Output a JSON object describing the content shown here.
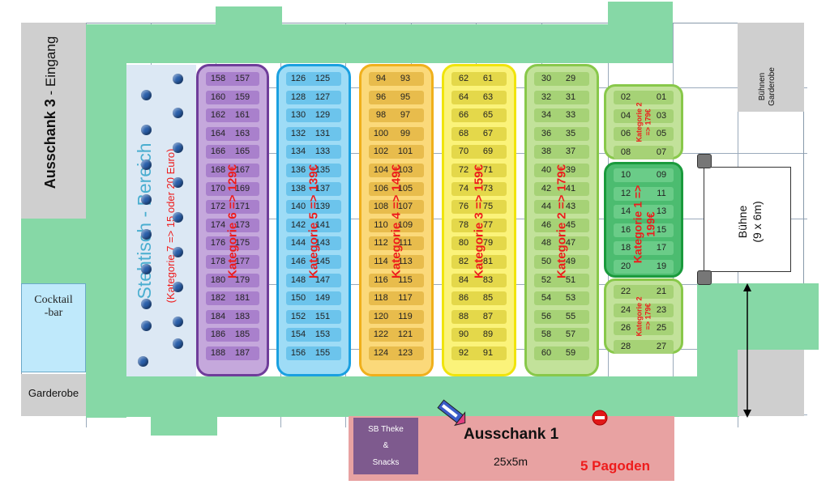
{
  "areas": {
    "ausschank3": {
      "title": "Ausschank 3",
      "suffix": " - Eingang"
    },
    "cocktail_bar": {
      "line1": "Cocktail",
      "line2": "-bar"
    },
    "garderobe": "Garderobe",
    "buehne_garderobe": {
      "line1": "Bühnen",
      "line2": "Garderobe"
    },
    "buehne": {
      "line1": "Bühne",
      "line2": "(9 x 6m)"
    },
    "stehtisch": {
      "title": "Stehtisch - Bereich",
      "subtitle": "(Kategorie 7 => 15 oder 20 Euro)"
    },
    "ausschank1": {
      "title": "Ausschank 1",
      "size": "25x5m",
      "pagoden": "5 Pagoden"
    },
    "sb_theke": {
      "line1": "SB Theke",
      "line2": "&",
      "line3": "Snacks"
    }
  },
  "blocks": [
    {
      "id": "kat6",
      "label": "Kategorie 6 => 129€",
      "border": "#6f3d9a",
      "fill": "#c5a8dc",
      "row": "#a980cc",
      "rows": [
        [
          "158",
          "157"
        ],
        [
          "160",
          "159"
        ],
        [
          "162",
          "161"
        ],
        [
          "164",
          "163"
        ],
        [
          "166",
          "165"
        ],
        [
          "168",
          "167"
        ],
        [
          "170",
          "169"
        ],
        [
          "172",
          "171"
        ],
        [
          "174",
          "173"
        ],
        [
          "176",
          "175"
        ],
        [
          "178",
          "177"
        ],
        [
          "180",
          "179"
        ],
        [
          "182",
          "181"
        ],
        [
          "184",
          "183"
        ],
        [
          "186",
          "185"
        ],
        [
          "188",
          "187"
        ]
      ]
    },
    {
      "id": "kat5",
      "label": "Kategorie 5 => 139€",
      "border": "#1aa0e0",
      "fill": "#9edcf6",
      "row": "#6cc4ec",
      "rows": [
        [
          "126",
          "125"
        ],
        [
          "128",
          "127"
        ],
        [
          "130",
          "129"
        ],
        [
          "132",
          "131"
        ],
        [
          "134",
          "133"
        ],
        [
          "136",
          "135"
        ],
        [
          "138",
          "137"
        ],
        [
          "140",
          "139"
        ],
        [
          "142",
          "141"
        ],
        [
          "144",
          "143"
        ],
        [
          "146",
          "145"
        ],
        [
          "148",
          "147"
        ],
        [
          "150",
          "149"
        ],
        [
          "152",
          "151"
        ],
        [
          "154",
          "153"
        ],
        [
          "156",
          "155"
        ]
      ]
    },
    {
      "id": "kat4",
      "label": "Kategorie 4 => 149€",
      "border": "#f0b01c",
      "fill": "#fbd97a",
      "row": "#e8bc4c",
      "rows": [
        [
          "94",
          "93"
        ],
        [
          "96",
          "95"
        ],
        [
          "98",
          "97"
        ],
        [
          "100",
          "99"
        ],
        [
          "102",
          "101"
        ],
        [
          "104",
          "103"
        ],
        [
          "106",
          "105"
        ],
        [
          "108",
          "107"
        ],
        [
          "110",
          "109"
        ],
        [
          "112",
          "111"
        ],
        [
          "114",
          "113"
        ],
        [
          "116",
          "115"
        ],
        [
          "118",
          "117"
        ],
        [
          "120",
          "119"
        ],
        [
          "122",
          "121"
        ],
        [
          "124",
          "123"
        ]
      ]
    },
    {
      "id": "kat3",
      "label": "Kategorie 3 => 159€",
      "border": "#f0e40c",
      "fill": "#fbf37a",
      "row": "#e4d84a",
      "rows": [
        [
          "62",
          "61"
        ],
        [
          "64",
          "63"
        ],
        [
          "66",
          "65"
        ],
        [
          "68",
          "67"
        ],
        [
          "70",
          "69"
        ],
        [
          "72",
          "71"
        ],
        [
          "74",
          "73"
        ],
        [
          "76",
          "75"
        ],
        [
          "78",
          "77"
        ],
        [
          "80",
          "79"
        ],
        [
          "82",
          "81"
        ],
        [
          "84",
          "83"
        ],
        [
          "86",
          "85"
        ],
        [
          "88",
          "87"
        ],
        [
          "90",
          "89"
        ],
        [
          "92",
          "91"
        ]
      ]
    },
    {
      "id": "kat2",
      "label": "Kategorie 2 => 179€",
      "border": "#88c84a",
      "fill": "#c2e29a",
      "row": "#a6d276",
      "rows": [
        [
          "30",
          "29"
        ],
        [
          "32",
          "31"
        ],
        [
          "34",
          "33"
        ],
        [
          "36",
          "35"
        ],
        [
          "38",
          "37"
        ],
        [
          "40",
          "39"
        ],
        [
          "42",
          "41"
        ],
        [
          "44",
          "43"
        ],
        [
          "46",
          "45"
        ],
        [
          "48",
          "47"
        ],
        [
          "50",
          "49"
        ],
        [
          "52",
          "51"
        ],
        [
          "54",
          "53"
        ],
        [
          "56",
          "55"
        ],
        [
          "58",
          "57"
        ],
        [
          "60",
          "59"
        ]
      ]
    }
  ],
  "small_blocks": [
    {
      "id": "kat2_top",
      "label_line1": "Kategorie 2",
      "label_line2": "=> 179€",
      "border": "#88c84a",
      "fill": "#c2e29a",
      "row": "#a6d276",
      "rows": [
        [
          "02",
          "01"
        ],
        [
          "04",
          "03"
        ],
        [
          "06",
          "05"
        ],
        [
          "08",
          "07"
        ]
      ]
    },
    {
      "id": "kat1",
      "label_line1": "Kategorie 1 =>",
      "label_line2": "199€",
      "border": "#1a9a3c",
      "fill": "#4cbc70",
      "row": "#6acc88",
      "rows": [
        [
          "10",
          "09"
        ],
        [
          "12",
          "11"
        ],
        [
          "14",
          "13"
        ],
        [
          "16",
          "15"
        ],
        [
          "18",
          "17"
        ],
        [
          "20",
          "19"
        ]
      ]
    },
    {
      "id": "kat2_bottom",
      "label_line1": "Kategorie 2",
      "label_line2": "=> 179€",
      "border": "#88c84a",
      "fill": "#c2e29a",
      "row": "#a6d276",
      "rows": [
        [
          "22",
          "21"
        ],
        [
          "24",
          "23"
        ],
        [
          "26",
          "25"
        ],
        [
          "28",
          "27"
        ]
      ]
    }
  ],
  "colors": {
    "green_zone": "#86d8a6",
    "grey_zone": "#cfcfcf",
    "ausschank1": "#e8a2a2",
    "sb_theke": "#7e5a8e",
    "cocktail": "#bfe9fb",
    "stehtisch_bg": "#dce8f4",
    "label_red": "#ee1c1c",
    "stehtisch_text": "#4aaed0"
  }
}
